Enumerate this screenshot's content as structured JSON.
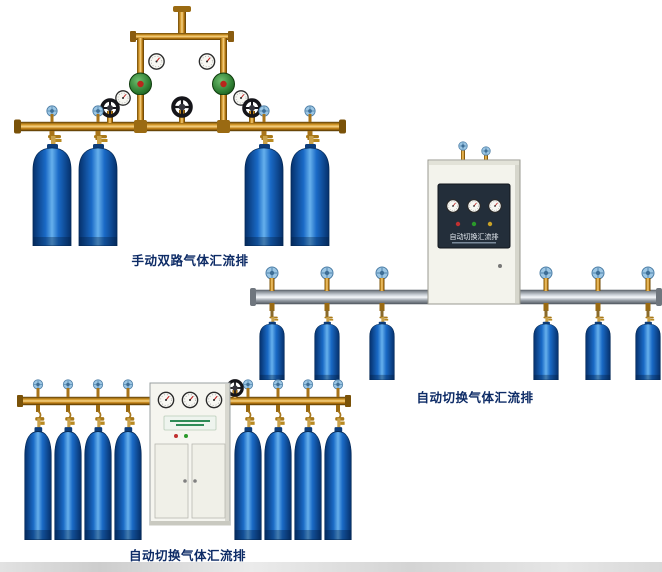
{
  "page": {
    "background_color": "#ffffff",
    "caption_color": "#0d2b66",
    "brass_color": "#c8861a",
    "cylinder_color": "#1565c0",
    "manifold_tube_color": "#c9cfd6"
  },
  "products": [
    {
      "name": "manual-dual-gas-manifold",
      "label": "手动双路气体汇流排",
      "cylinders": 4,
      "regulators": 2,
      "handwheels": 3
    },
    {
      "name": "auto-switch-gas-manifold",
      "label": "自动切换气体汇流排",
      "panel_text": "自动切换汇流排",
      "cylinders": 6,
      "panel_gauges": 3
    },
    {
      "name": "auto-switch-gas-manifold-cabinet",
      "label": "自动切换气体汇流排",
      "cylinders": 8,
      "panel_gauges": 3
    }
  ]
}
